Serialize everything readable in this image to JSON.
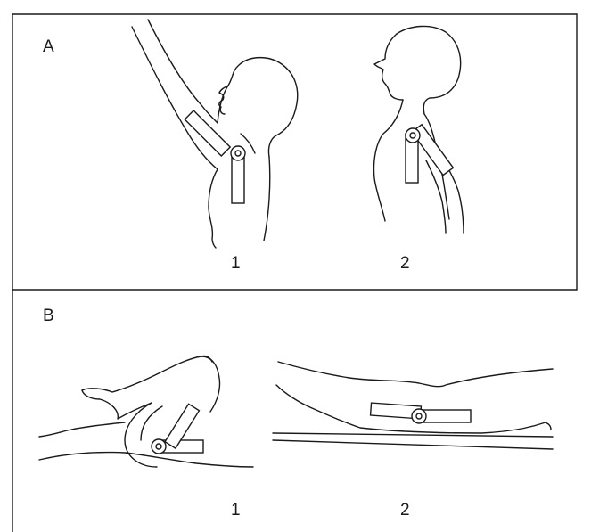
{
  "panel_a": {
    "label": "A",
    "fig1": "1",
    "fig2": "2"
  },
  "panel_b": {
    "label": "B",
    "fig1": "1",
    "fig2": "2"
  },
  "colors": {
    "line": "#1a1a1a",
    "background": "#ffffff"
  }
}
